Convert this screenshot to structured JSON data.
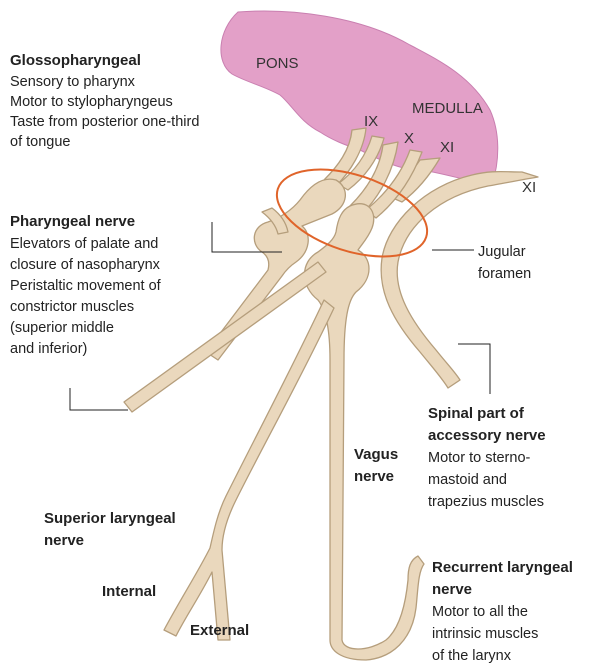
{
  "colors": {
    "brainstem": "#e3a0c8",
    "brainstem_edge": "#c97fb0",
    "nerve": "#ead8bd",
    "nerve_edge": "#b59e7c",
    "foramen": "#e0642a",
    "leader": "#222222",
    "text": "#222222"
  },
  "structures": {
    "pons": "PONS",
    "medulla": "MEDULLA",
    "ix": "IX",
    "x": "X",
    "xi_root": "XI",
    "xi_spinal": "XI"
  },
  "glossopharyngeal": {
    "title": "Glossopharyngeal",
    "lines": [
      "Sensory to pharynx",
      "Motor to stylopharyngeus",
      "Taste from posterior one-third",
      "of tongue"
    ]
  },
  "pharyngeal": {
    "title": "Pharyngeal nerve",
    "lines": [
      "Elevators of palate and",
      "closure of nasopharynx",
      "Peristaltic movement of",
      "constrictor muscles",
      "(superior middle",
      "and inferior)"
    ]
  },
  "jugular": {
    "lines": [
      "Jugular",
      "foramen"
    ]
  },
  "spinal_accessory": {
    "title_lines": [
      "Spinal part of",
      "accessory nerve"
    ],
    "lines": [
      "Motor to sterno-",
      "mastoid and",
      "trapezius muscles"
    ]
  },
  "vagus": {
    "title_lines": [
      "Vagus",
      "nerve"
    ]
  },
  "superior_laryngeal": {
    "title_lines": [
      "Superior laryngeal",
      "nerve"
    ]
  },
  "internal": {
    "label": "Internal"
  },
  "external": {
    "label": "External"
  },
  "recurrent": {
    "title_lines": [
      "Recurrent laryngeal",
      "nerve"
    ],
    "lines": [
      "Motor to all the",
      "intrinsic muscles",
      "of the larynx"
    ]
  }
}
